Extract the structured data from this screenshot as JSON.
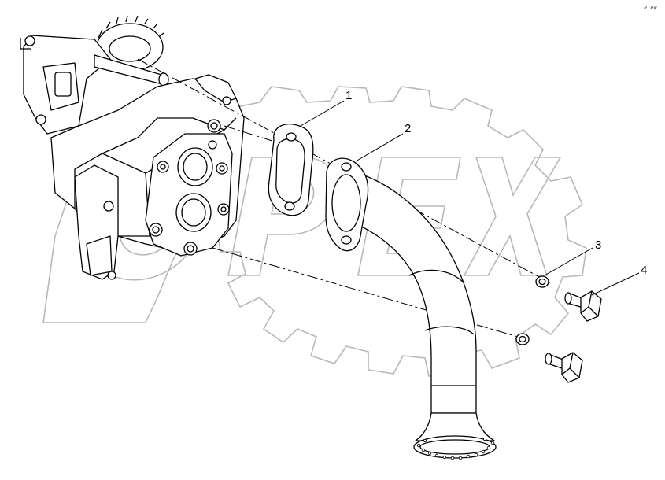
{
  "diagram": {
    "reference_code": "₽ ₽₽",
    "watermark": "OPEX",
    "callouts": [
      {
        "id": "1",
        "label": "1",
        "part": "gasket"
      },
      {
        "id": "2",
        "label": "2",
        "part": "suction-pipe"
      },
      {
        "id": "3",
        "label": "3",
        "part": "washer"
      },
      {
        "id": "4",
        "label": "4",
        "part": "bolt"
      }
    ]
  },
  "colors": {
    "line": "#000000",
    "watermark": "#b8b8b8",
    "background": "#ffffff"
  }
}
